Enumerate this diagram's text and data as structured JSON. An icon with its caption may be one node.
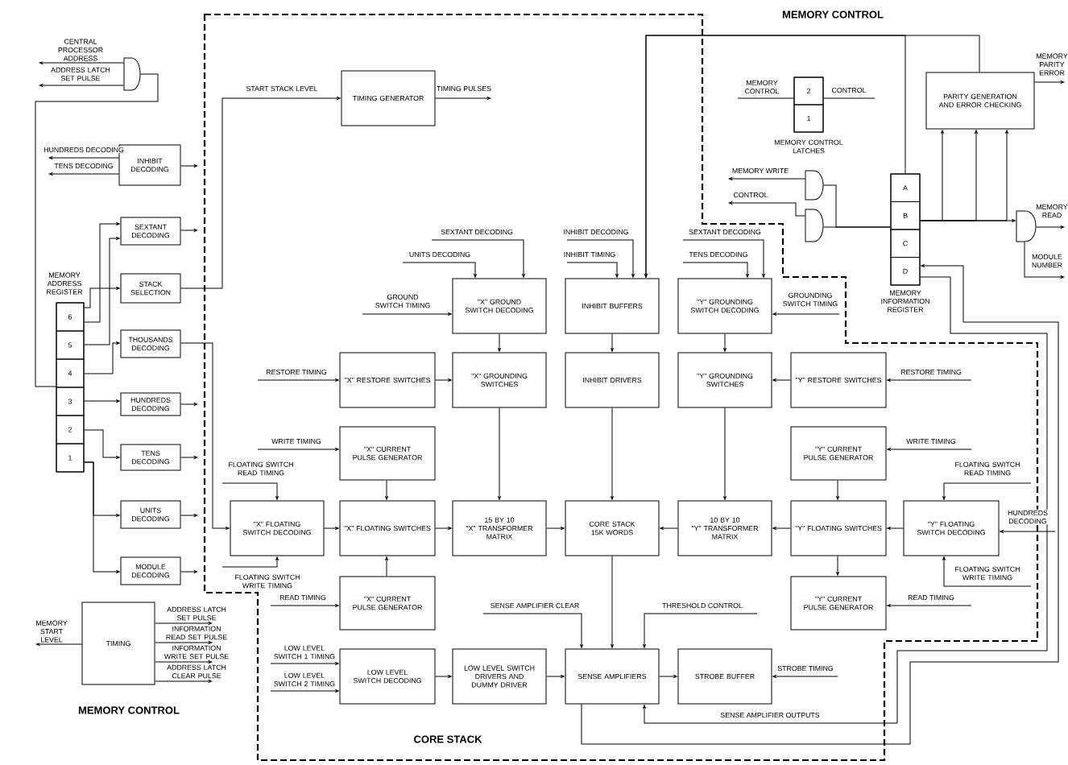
{
  "diagram": {
    "nodes": [
      {
        "text": [],
        "shape": "gate"
      },
      {
        "text": [
          "INHIBIT DECODING"
        ]
      },
      {
        "text": [
          "SEXTANT DECODING"
        ]
      },
      {
        "text": [
          "STACK SELECTION"
        ]
      },
      {
        "text": [
          "MEMORY ADDRESS REGISTER"
        ]
      },
      {
        "text": [
          "6"
        ],
        "in": 4
      },
      {
        "text": [
          "5"
        ],
        "in": 4
      },
      {
        "text": [
          "4"
        ],
        "in": 4
      },
      {
        "text": [
          "3"
        ],
        "in": 4
      },
      {
        "text": [
          "2"
        ],
        "in": 4
      },
      {
        "text": [
          "1"
        ],
        "in": 4
      },
      {
        "text": [
          "THOUSANDS DECODING"
        ]
      },
      {
        "text": [
          "HUNDREDS DECODING"
        ]
      },
      {
        "text": [
          "TENS DECODING"
        ]
      },
      {
        "text": [
          "UNITS DECODING"
        ]
      },
      {
        "text": [
          "MODULE DECODING"
        ]
      },
      {
        "text": [
          "TIMING GENERATOR"
        ]
      },
      {
        "text": [
          "\"X\" GROUND SWITCH DECODING"
        ]
      },
      {
        "text": [
          "INHIBIT BUFFERS"
        ]
      },
      {
        "text": [
          "\"Y\" GROUNDING SWITCH DECODING"
        ]
      },
      {
        "text": [
          "\"X\" RESTORE SWITCHES"
        ]
      },
      {
        "text": [
          "\"X\" GROUNDING SWITCHES"
        ]
      },
      {
        "text": [
          "INHIBIT DRIVERS"
        ]
      },
      {
        "text": [
          "\"Y\" GROUNDING SWITCHES"
        ]
      },
      {
        "text": [
          "\"Y\" RESTORE SWITCHES"
        ]
      },
      {
        "text": [
          "\"X\" CURRENT PULSE GENERATOR"
        ]
      },
      {
        "text": [
          "\"Y\" CURRENT PULSE GENERATOR"
        ]
      },
      {
        "text": [
          "\"X\" FLOATING SWITCH DECODING"
        ]
      },
      {
        "text": [
          "\"X\" FLOATING SWITCHES"
        ]
      },
      {
        "text": [
          "15 BY 10",
          "\"X\" TRANSFORMER MATRIX"
        ]
      },
      {
        "text": [
          "CORE STACK 15K WORDS"
        ]
      },
      {
        "text": [
          "10 BY 10",
          "\"Y\" TRANSFORMER MATRIX"
        ]
      },
      {
        "text": [
          "\"Y\" FLOATING SWITCHES"
        ]
      },
      {
        "text": [
          "\"Y\" FLOATING SWITCH DECODING"
        ]
      },
      {
        "text": [
          "\"X\" CURRENT PULSE GENERATOR"
        ]
      },
      {
        "text": [
          "\"Y\" CURRENT PULSE GENERATOR"
        ]
      },
      {
        "text": [
          "TIMING"
        ]
      },
      {
        "text": [
          "LOW LEVEL SWITCH DECODING"
        ]
      },
      {
        "text": [
          "LOW LEVEL SWITCH DRIVERS AND DUMMY DRIVER"
        ]
      },
      {
        "text": [
          "SENSE AMPLIFIERS"
        ]
      },
      {
        "text": [
          "STROBE BUFFER"
        ]
      },
      {
        "text": [
          "MEMORY CONTROL LATCHES"
        ]
      },
      {
        "text": [
          "2"
        ],
        "in": 41
      },
      {
        "text": [
          "1"
        ],
        "in": 41
      },
      {
        "text": [
          "PARITY GENERATION AND ERROR CHECKING"
        ]
      },
      {
        "text": [],
        "shape": "gate"
      },
      {
        "text": [],
        "shape": "gate"
      },
      {
        "text": [
          "MEMORY INFORMATION REGISTER"
        ]
      },
      {
        "text": [
          "A"
        ],
        "in": 47
      },
      {
        "text": [
          "B"
        ],
        "in": 47
      },
      {
        "text": [
          "C"
        ],
        "in": 47
      },
      {
        "text": [
          "D"
        ],
        "in": 47
      },
      {
        "text": [],
        "shape": "gate"
      }
    ],
    "edges": [
      {
        "from": 0,
        "to": null,
        "arrow": "to",
        "label": "CENTRAL PROCESSOR ADDRESS"
      },
      {
        "from": 0,
        "to": null,
        "arrow": "to",
        "label": "ADDRESS LATCH SET PULSE"
      },
      {
        "from": 0,
        "to": 4,
        "arrow": "none"
      },
      {
        "from": 5,
        "to": 2,
        "arrow": "to"
      },
      {
        "from": 6,
        "to": 2,
        "arrow": "to"
      },
      {
        "from": 4,
        "to": 3,
        "arrow": "to"
      },
      {
        "from": 7,
        "to": 11,
        "arrow": "to"
      },
      {
        "from": 8,
        "to": 12,
        "arrow": "to"
      },
      {
        "from": 9,
        "to": 13,
        "arrow": "to"
      },
      {
        "from": 10,
        "to": 14,
        "arrow": "to"
      },
      {
        "from": 10,
        "to": 15,
        "arrow": "to"
      },
      {
        "from": 1,
        "to": null,
        "arrow": "to",
        "label": "HUNDREDS DECODING"
      },
      {
        "from": 1,
        "to": null,
        "arrow": "to",
        "label": "TENS DECODING"
      },
      {
        "from": 1,
        "to": null,
        "arrow": "to"
      },
      {
        "from": 2,
        "to": null,
        "arrow": "to"
      },
      {
        "from": 3,
        "to": 16,
        "arrow": "to",
        "label": "START STACK LEVEL"
      },
      {
        "from": 11,
        "to": 27,
        "arrow": "to"
      },
      {
        "from": 12,
        "to": null,
        "arrow": "to"
      },
      {
        "from": 13,
        "to": null,
        "arrow": "to"
      },
      {
        "from": 14,
        "to": null,
        "arrow": "to"
      },
      {
        "from": 15,
        "to": null,
        "arrow": "to"
      },
      {
        "from": 16,
        "to": null,
        "arrow": "to",
        "label": "TIMING PULSES"
      },
      {
        "from": 36,
        "to": null,
        "arrow": "to",
        "label": "MEMORY START LEVEL"
      },
      {
        "from": 36,
        "to": null,
        "arrow": "to",
        "label": "ADDRESS LATCH SET PULSE"
      },
      {
        "from": 36,
        "to": null,
        "arrow": "to",
        "label": "INFORMATION READ SET PULSE"
      },
      {
        "from": 36,
        "to": null,
        "arrow": "to",
        "label": "INFORMATION WRITE SET PULSE"
      },
      {
        "from": 36,
        "to": null,
        "arrow": "to",
        "label": "ADDRESS LATCH CLEAR PULSE"
      },
      {
        "from": null,
        "to": 17,
        "arrow": "to",
        "label": "SEXTANT DECODING"
      },
      {
        "from": null,
        "to": 17,
        "arrow": "to",
        "label": "UNITS DECODING"
      },
      {
        "from": null,
        "to": 17,
        "arrow": "to",
        "label": "GROUND SWITCH TIMING"
      },
      {
        "from": null,
        "to": 18,
        "arrow": "to",
        "label": "INHIBIT DECODING"
      },
      {
        "from": null,
        "to": 18,
        "arrow": "to",
        "label": "INHIBIT TIMING"
      },
      {
        "from": 47,
        "to": 18,
        "arrow": "to"
      },
      {
        "from": 44,
        "to": 18,
        "arrow": "to"
      },
      {
        "from": null,
        "to": 19,
        "arrow": "to",
        "label": "SEXTANT DECODING"
      },
      {
        "from": null,
        "to": 19,
        "arrow": "to",
        "label": "TENS DECODING"
      },
      {
        "from": null,
        "to": 19,
        "arrow": "to",
        "label": "GROUNDING SWITCH TIMING"
      },
      {
        "from": null,
        "to": 20,
        "arrow": "to",
        "label": "RESTORE TIMING"
      },
      {
        "from": null,
        "to": 24,
        "arrow": "to",
        "label": "RESTORE TIMING"
      },
      {
        "from": null,
        "to": 25,
        "arrow": "to",
        "label": "WRITE TIMING"
      },
      {
        "from": null,
        "to": 26,
        "arrow": "to",
        "label": "WRITE TIMING"
      },
      {
        "from": null,
        "to": 27,
        "arrow": "to",
        "label": "FLOATING SWITCH READ TIMING"
      },
      {
        "from": null,
        "to": 27,
        "arrow": "to",
        "label": "FLOATING SWITCH WRITE TIMING"
      },
      {
        "from": null,
        "to": 34,
        "arrow": "to",
        "label": "READ TIMING"
      },
      {
        "from": null,
        "to": 37,
        "arrow": "to",
        "label": "LOW LEVEL SWITCH 1 TIMING"
      },
      {
        "from": null,
        "to": 37,
        "arrow": "to",
        "label": "LOW LEVEL SWITCH 2 TIMING"
      },
      {
        "from": null,
        "to": 33,
        "arrow": "to",
        "label": "FLOATING SWITCH READ TIMING"
      },
      {
        "from": null,
        "to": 33,
        "arrow": "to",
        "label": "HUNDREDS DECODING"
      },
      {
        "from": null,
        "to": 33,
        "arrow": "to",
        "label": "FLOATING SWITCH WRITE TIMING"
      },
      {
        "from": null,
        "to": 35,
        "arrow": "to",
        "label": "READ TIMING"
      },
      {
        "from": null,
        "to": 39,
        "arrow": "to",
        "label": "SENSE AMPLIFIER CLEAR"
      },
      {
        "from": null,
        "to": 39,
        "arrow": "to",
        "label": "THRESHOLD CONTROL"
      },
      {
        "from": null,
        "to": 40,
        "arrow": "to",
        "label": "STROBE TIMING"
      },
      {
        "from": 47,
        "to": 39,
        "arrow": "to",
        "label": "SENSE AMPLIFIER OUTPUTS"
      },
      {
        "from": 39,
        "to": 47,
        "arrow": "to"
      },
      {
        "from": 17,
        "to": 21,
        "arrow": "to"
      },
      {
        "from": 20,
        "to": 21,
        "arrow": "to"
      },
      {
        "from": 21,
        "to": 29,
        "arrow": "to"
      },
      {
        "from": 18,
        "to": 22,
        "arrow": "to"
      },
      {
        "from": 22,
        "to": 30,
        "arrow": "to"
      },
      {
        "from": 19,
        "to": 23,
        "arrow": "to"
      },
      {
        "from": 24,
        "to": 23,
        "arrow": "to"
      },
      {
        "from": 23,
        "to": 31,
        "arrow": "to"
      },
      {
        "from": 25,
        "to": 28,
        "arrow": "to"
      },
      {
        "from": 34,
        "to": 28,
        "arrow": "to"
      },
      {
        "from": 27,
        "to": 28,
        "arrow": "to"
      },
      {
        "from": 28,
        "to": 29,
        "arrow": "to"
      },
      {
        "from": 29,
        "to": 30,
        "arrow": "to"
      },
      {
        "from": 31,
        "to": 30,
        "arrow": "to"
      },
      {
        "from": 32,
        "to": 31,
        "arrow": "to"
      },
      {
        "from": 26,
        "to": 32,
        "arrow": "to"
      },
      {
        "from": 32,
        "to": 35,
        "arrow": "to"
      },
      {
        "from": 33,
        "to": 32,
        "arrow": "to"
      },
      {
        "from": 30,
        "to": 39,
        "arrow": "to"
      },
      {
        "from": 37,
        "to": 38,
        "arrow": "to"
      },
      {
        "from": 38,
        "to": 39,
        "arrow": "to"
      },
      {
        "from": 39,
        "to": 40,
        "arrow": "to"
      },
      {
        "from": null,
        "to": 42,
        "arrow": "none",
        "label": "MEMORY CONTROL"
      },
      {
        "from": 42,
        "to": null,
        "arrow": "none",
        "label": "CONTROL"
      },
      {
        "from": 45,
        "to": null,
        "arrow": "to",
        "label": "MEMORY WRITE"
      },
      {
        "from": 46,
        "to": null,
        "arrow": "to",
        "label": "CONTROL"
      },
      {
        "from": 45,
        "to": 47,
        "arrow": "none"
      },
      {
        "from": 46,
        "to": 47,
        "arrow": "none"
      },
      {
        "from": 47,
        "to": 44,
        "arrow": "to"
      },
      {
        "from": 47,
        "to": 44,
        "arrow": "to"
      },
      {
        "from": 47,
        "to": 44,
        "arrow": "to"
      },
      {
        "from": 47,
        "to": 52,
        "arrow": "to"
      },
      {
        "from": 52,
        "to": null,
        "arrow": "to",
        "label": "MEMORY READ"
      },
      {
        "from": 52,
        "to": null,
        "arrow": "to",
        "label": "MODULE NUMBER"
      },
      {
        "from": 44,
        "to": null,
        "arrow": "to",
        "label": "MEMORY PARITY ERROR"
      }
    ],
    "labels": [
      "MEMORY CONTROL",
      "MEMORY CONTROL",
      "CORE STACK"
    ]
  }
}
